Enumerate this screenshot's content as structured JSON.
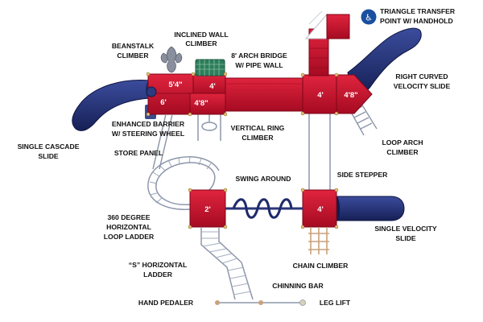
{
  "labels": {
    "triangle_transfer_1": "TRIANGLE TRANSFER",
    "triangle_transfer_2": "POINT W/ HANDHOLD",
    "inclined_wall_1": "INCLINED WALL",
    "inclined_wall_2": "CLIMBER",
    "beanstalk_1": "BEANSTALK",
    "beanstalk_2": "CLIMBER",
    "arch_bridge_1": "8' ARCH BRIDGE",
    "arch_bridge_2": "W/ PIPE WALL",
    "right_curved_1": "RIGHT CURVED",
    "right_curved_2": "VELOCITY SLIDE",
    "enhanced_barrier_1": "ENHANCED BARRIER",
    "enhanced_barrier_2": "W/ STEERING WHEEL",
    "vertical_ring_1": "VERTICAL RING",
    "vertical_ring_2": "CLIMBER",
    "single_cascade_1": "SINGLE CASCADE",
    "single_cascade_2": "SLIDE",
    "store_panel": "STORE PANEL",
    "loop_arch_1": "LOOP ARCH",
    "loop_arch_2": "CLIMBER",
    "swing_around": "SWING AROUND",
    "side_stepper": "SIDE STEPPER",
    "loop_ladder_1": "360 DEGREE",
    "loop_ladder_2": "HORIZONTAL",
    "loop_ladder_3": "LOOP LADDER",
    "single_velocity_1": "SINGLE VELOCITY",
    "single_velocity_2": "SLIDE",
    "s_ladder_1": "“S” HORIZONTAL",
    "s_ladder_2": "LADDER",
    "chain_climber": "CHAIN CLIMBER",
    "chinning_bar": "CHINNING BAR",
    "hand_pedaler": "HAND PEDALER",
    "leg_lift": "LEG LIFT"
  },
  "decks": {
    "d1": "5'4\"",
    "d2": "4'",
    "d3": "6'",
    "d4": "4'8\"",
    "d5": "4'",
    "d6": "4'8\"",
    "d7": "2'",
    "d8": "4'"
  },
  "colors": {
    "deck_red": "#c8102e",
    "slide_navy": "#1f2a6b",
    "accessibility_blue": "#1a4fa0",
    "metal_gray": "#9aa4b8",
    "leaf_gray": "#8a8f9e",
    "wall_green": "#2e7d5b",
    "ladder_tan": "#c9a27a"
  },
  "icons": {
    "accessibility": "wheelchair-icon",
    "steering": "steering-wheel-icon"
  }
}
